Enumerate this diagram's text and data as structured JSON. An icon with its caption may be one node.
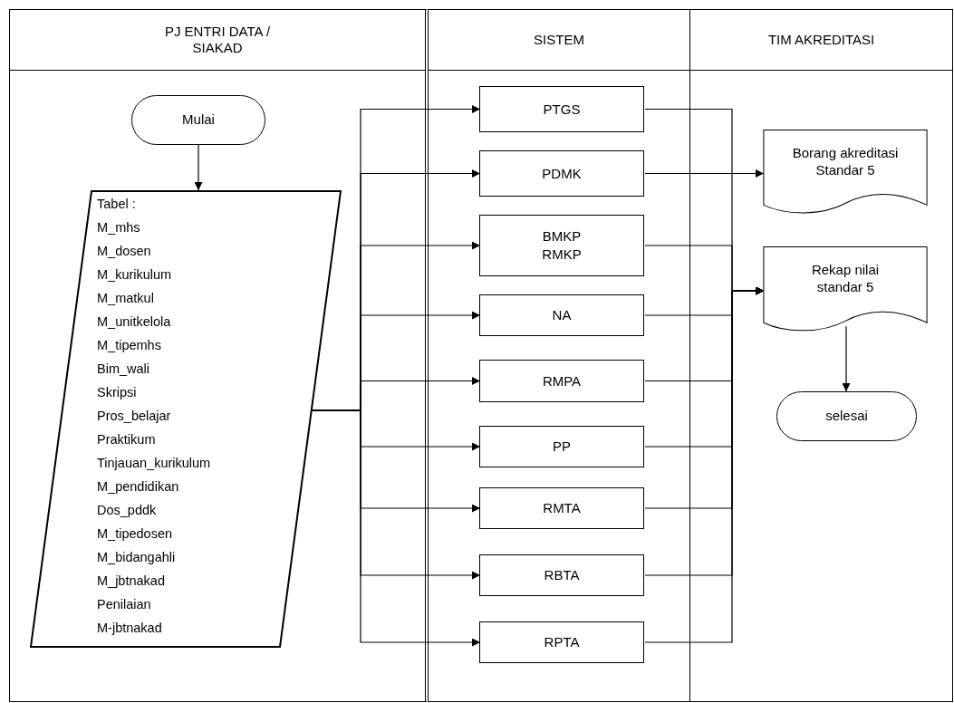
{
  "diagram": {
    "nodes": [
      {
        "text": [
          "PJ ENTRI DATA / SIAKAD"
        ]
      },
      {
        "text": [
          "SISTEM"
        ]
      },
      {
        "text": [
          "TIM AKREDITASI"
        ]
      },
      {
        "text": [
          "Mulai"
        ],
        "in": 0
      },
      {
        "text": [
          "Tabel :",
          "M_mhs",
          "M_dosen",
          "M_kurikulum",
          "M_matkul",
          "M_unitkelola",
          "M_tipemhs",
          "Bim_wali",
          "Skripsi",
          "Pros_belajar",
          "Praktikum",
          "Tinjauan_kurikulum",
          "M_pendidikan",
          "Dos_pddk",
          "M_tipedosen",
          "M_bidangahli",
          "M_jbtnakad",
          "Penilaian",
          "M-jbtnakad"
        ],
        "in": 0
      },
      {
        "text": [
          "PTGS"
        ],
        "in": 1
      },
      {
        "text": [
          "PDMK"
        ],
        "in": 1
      },
      {
        "text": [
          "BMKP",
          "RMKP"
        ],
        "in": 1
      },
      {
        "text": [
          "NA"
        ],
        "in": 1
      },
      {
        "text": [
          "RMPA"
        ],
        "in": 1
      },
      {
        "text": [
          "PP"
        ],
        "in": 1
      },
      {
        "text": [
          "RMTA"
        ],
        "in": 1
      },
      {
        "text": [
          "RBTA"
        ],
        "in": 1
      },
      {
        "text": [
          "RPTA"
        ],
        "in": 1
      },
      {
        "text": [
          "Borang akreditasi Standar 5"
        ],
        "in": 2
      },
      {
        "text": [
          "Rekap nilai standar 5"
        ],
        "in": 2
      },
      {
        "text": [
          "selesai"
        ],
        "in": 2
      }
    ],
    "edges": [
      {
        "from": 3,
        "to": 4,
        "arrow": "to"
      },
      {
        "from": 4,
        "to": 5,
        "arrow": "to"
      },
      {
        "from": 4,
        "to": 6,
        "arrow": "to"
      },
      {
        "from": 4,
        "to": 7,
        "arrow": "to"
      },
      {
        "from": 4,
        "to": 8,
        "arrow": "to"
      },
      {
        "from": 4,
        "to": 9,
        "arrow": "to"
      },
      {
        "from": 4,
        "to": 10,
        "arrow": "to"
      },
      {
        "from": 4,
        "to": 11,
        "arrow": "to"
      },
      {
        "from": 4,
        "to": 12,
        "arrow": "to"
      },
      {
        "from": 4,
        "to": 13,
        "arrow": "to"
      },
      {
        "from": 5,
        "to": 15,
        "arrow": "to"
      },
      {
        "from": 6,
        "to": 14,
        "arrow": "to"
      },
      {
        "from": 7,
        "to": 15,
        "arrow": "to"
      },
      {
        "from": 8,
        "to": 15,
        "arrow": "to"
      },
      {
        "from": 9,
        "to": 15,
        "arrow": "to"
      },
      {
        "from": 10,
        "to": 15,
        "arrow": "to"
      },
      {
        "from": 11,
        "to": 15,
        "arrow": "to"
      },
      {
        "from": 12,
        "to": 15,
        "arrow": "to"
      },
      {
        "from": 13,
        "to": 15,
        "arrow": "to"
      },
      {
        "from": 15,
        "to": 16,
        "arrow": "to"
      }
    ]
  }
}
